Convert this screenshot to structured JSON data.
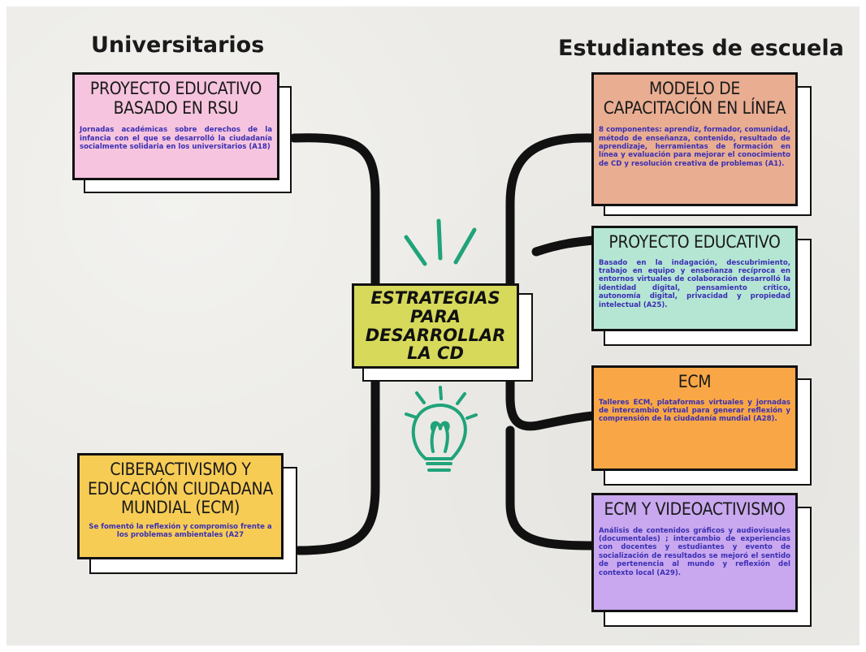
{
  "headings": {
    "left": "Universitarios",
    "right": "Estudiantes de escuela"
  },
  "center": {
    "title": "ESTRATEGIAS\nPARA\nDESARROLLAR\nLA CD",
    "bg": "#d6d95a"
  },
  "icons": {
    "rays": "sparkle-rays-icon",
    "bulb": "lightbulb-icon"
  },
  "colors": {
    "accent_green": "#20a37a",
    "body_text": "#3a2fb3",
    "pink": "#f6c4de",
    "yellow": "#f7cc55",
    "salmon": "#e9ad92",
    "mint": "#b5e6d4",
    "orange": "#f9a746",
    "purple": "#c9a8ef"
  },
  "cards": {
    "rsu": {
      "title": "PROYECTO EDUCATIVO\nBASADO EN RSU",
      "body": "Jornadas académicas sobre derechos de la infancia con el que se desarrolló la ciudadanía socialmente solidaria en los universitarios (A18)"
    },
    "ciber": {
      "title": "CIBERACTIVISMO Y\nEDUCACIÓN CIUDADANA\nMUNDIAL (ECM)",
      "body": "Se fomentó la reflexión y compromiso frente a los problemas ambientales (A27"
    },
    "modelo": {
      "title": "MODELO DE\nCAPACITACIÓN EN LÍNEA",
      "body": "8 componentes: aprendiz, formador, comunidad, método de enseñanza, contenido, resultado de aprendizaje, herramientas de formación en línea y evaluación para mejorar el conocimiento de CD y resolución creativa de problemas (A1)."
    },
    "proyecto": {
      "title": "PROYECTO EDUCATIVO",
      "body": "Basado en la indagación, descubrimiento, trabajo en equipo y enseñanza recíproca en entornos virtuales de colaboración desarrolló la identidad digital, pensamiento crítico, autonomía digital, privacidad y propiedad intelectual (A25)."
    },
    "ecm": {
      "title": "ECM",
      "body": "Talleres ECM, plataformas virtuales y jornadas de intercambio virtual para generar reflexión y comprensión de la ciudadanía mundial (A28)."
    },
    "video": {
      "title": "ECM Y VIDEOACTIVISMO",
      "body": "Análisis de contenidos gráficos y audiovisuales (documentales) ; intercambio de experiencias con docentes y estudiantes y evento de socialización de resultados se mejoró el sentido de pertenencia al mundo y reflexión del contexto local (A29)."
    }
  }
}
